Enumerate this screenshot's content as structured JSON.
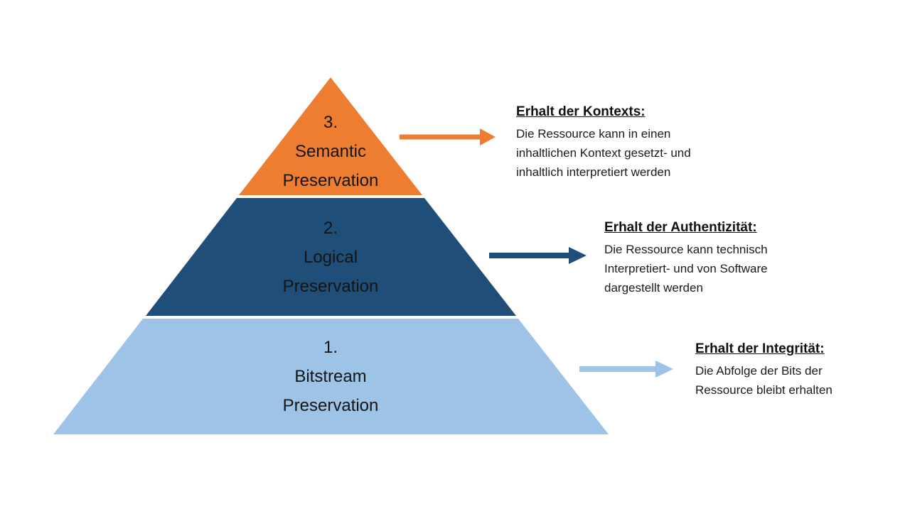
{
  "pyramid": {
    "levels": [
      {
        "number": "3.",
        "lines": [
          "Semantic",
          "Preservation"
        ],
        "color": "#ED7D31"
      },
      {
        "number": "2.",
        "lines": [
          "Logical",
          "Preservation"
        ],
        "color": "#1F4E79"
      },
      {
        "number": "1.",
        "lines": [
          "Bitstream",
          "Preservation"
        ],
        "color": "#9DC3E6"
      }
    ]
  },
  "annotations": [
    {
      "heading": "Erhalt der Kontexts:",
      "body_lines": [
        "Die Ressource kann in einen",
        "inhaltlichen Kontext gesetzt- und",
        "inhaltlich interpretiert werden"
      ],
      "arrow_color": "#ED7D31"
    },
    {
      "heading": "Erhalt der Authentizität:",
      "body_lines": [
        "Die Ressource kann technisch",
        "Interpretiert- und von Software",
        "dargestellt werden"
      ],
      "arrow_color": "#1F4E79"
    },
    {
      "heading": "Erhalt der Integrität:",
      "body_lines": [
        "Die Abfolge der Bits der",
        "Ressource bleibt erhalten"
      ],
      "arrow_color": "#9DC3E6"
    }
  ],
  "colors": {
    "orange": "#ED7D31",
    "dark_blue": "#1F4E79",
    "light_blue": "#9DC3E6",
    "text": "#1A1A1A",
    "background": "#FFFFFF"
  }
}
